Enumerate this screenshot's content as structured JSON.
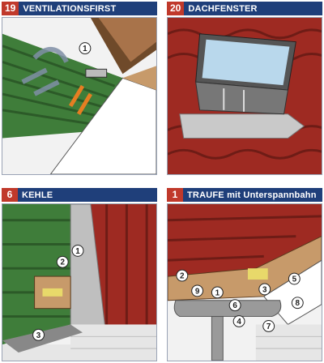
{
  "panels": [
    {
      "number": "19",
      "title": "VENTILATIONSFIRST",
      "callouts": [
        "1"
      ]
    },
    {
      "number": "20",
      "title": "DACHFENSTER",
      "callouts": []
    },
    {
      "number": "6",
      "title": "KEHLE",
      "callouts": [
        "1",
        "2",
        "3"
      ]
    },
    {
      "number": "1",
      "title": "TRAUFE mit Unterspannbahn",
      "callouts": [
        "2",
        "9",
        "1",
        "3",
        "5",
        "6",
        "4",
        "8",
        "7"
      ]
    }
  ],
  "colors": {
    "header_bg": "#1f3f7a",
    "number_bg": "#c0392b",
    "roof_green": "#3f7d3a",
    "roof_red": "#9e2a22"
  }
}
